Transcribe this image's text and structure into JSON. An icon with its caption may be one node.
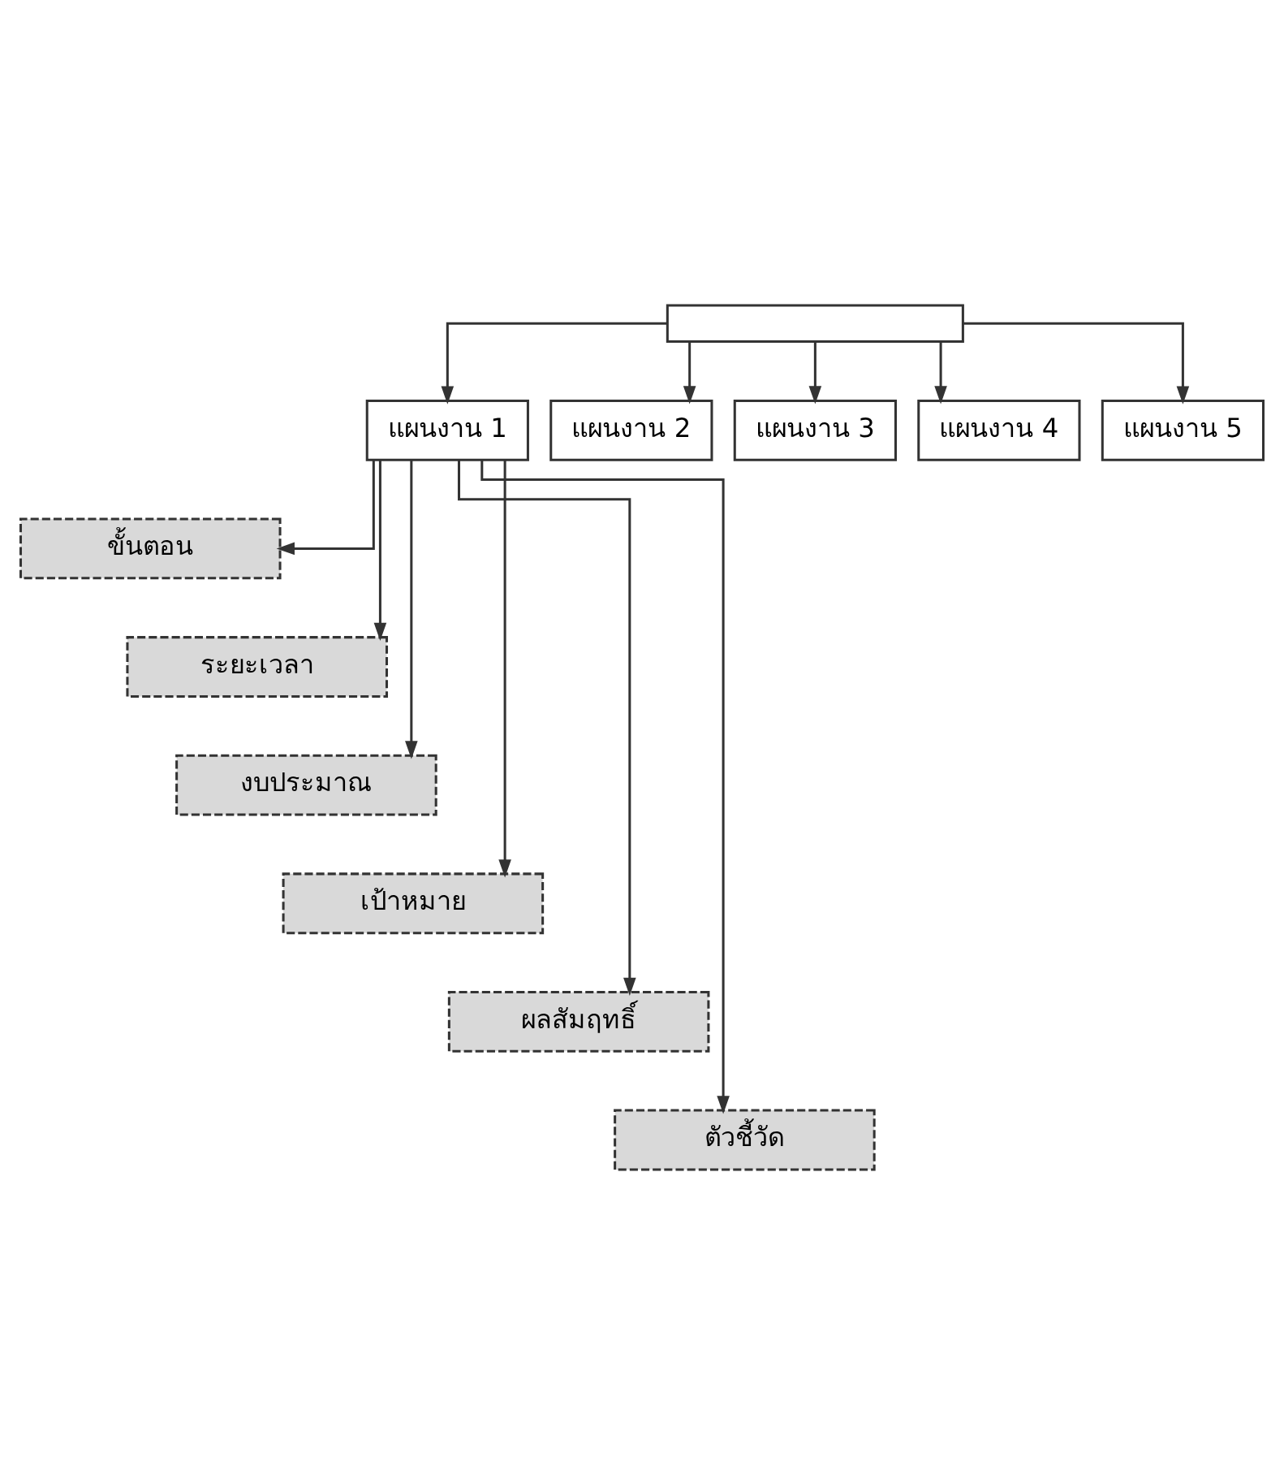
{
  "diagram": {
    "nodes": [
      {
        "text": [],
        "shape": "box"
      },
      {
        "text": [
          "แผนงาน 1"
        ]
      },
      {
        "text": [
          "แผนงาน 2"
        ]
      },
      {
        "text": [
          "แผนงาน 3"
        ]
      },
      {
        "text": [
          "แผนงาน 4"
        ]
      },
      {
        "text": [
          "แผนงาน 5"
        ]
      },
      {
        "text": [
          "ขั้นตอน"
        ]
      },
      {
        "text": [
          "ระยะเวลา"
        ]
      },
      {
        "text": [
          "งบประมาณ"
        ]
      },
      {
        "text": [
          "เป้าหมาย"
        ]
      },
      {
        "text": [
          "ผลสัมฤทธิ์"
        ]
      },
      {
        "text": [
          "ตัวชี้วัด"
        ]
      }
    ],
    "edges": [
      {
        "from": 0,
        "to": 1,
        "arrow": "to"
      },
      {
        "from": 0,
        "to": 2,
        "arrow": "to"
      },
      {
        "from": 0,
        "to": 3,
        "arrow": "to"
      },
      {
        "from": 0,
        "to": 4,
        "arrow": "to"
      },
      {
        "from": 0,
        "to": 5,
        "arrow": "to"
      },
      {
        "from": 1,
        "to": 6,
        "arrow": "to"
      },
      {
        "from": 1,
        "to": 7,
        "arrow": "to"
      },
      {
        "from": 1,
        "to": 8,
        "arrow": "to"
      },
      {
        "from": 1,
        "to": 9,
        "arrow": "to"
      },
      {
        "from": 1,
        "to": 10,
        "arrow": "to"
      },
      {
        "from": 1,
        "to": 11,
        "arrow": "to"
      }
    ]
  }
}
